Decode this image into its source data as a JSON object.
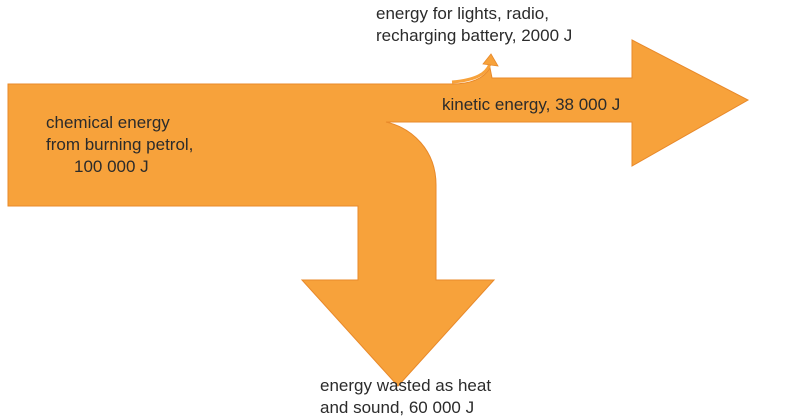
{
  "diagram": {
    "type": "sankey",
    "colors": {
      "arrow_fill": "#F7A23B",
      "arrow_stroke": "#E8892A",
      "text": "#2b2b2b",
      "background": "#ffffff"
    },
    "input": {
      "line1": "chemical energy",
      "line2": "from burning petrol,",
      "line3": "100 000 J",
      "value_joules": 100000
    },
    "outputs": [
      {
        "id": "lights",
        "line1": "energy for lights, radio,",
        "line2": "recharging battery, 2000 J",
        "value_joules": 2000
      },
      {
        "id": "kinetic",
        "line1": "kinetic energy, 38 000 J",
        "value_joules": 38000
      },
      {
        "id": "wasted",
        "line1": "energy wasted as heat",
        "line2": "and sound, 60 000 J",
        "value_joules": 60000
      }
    ]
  }
}
